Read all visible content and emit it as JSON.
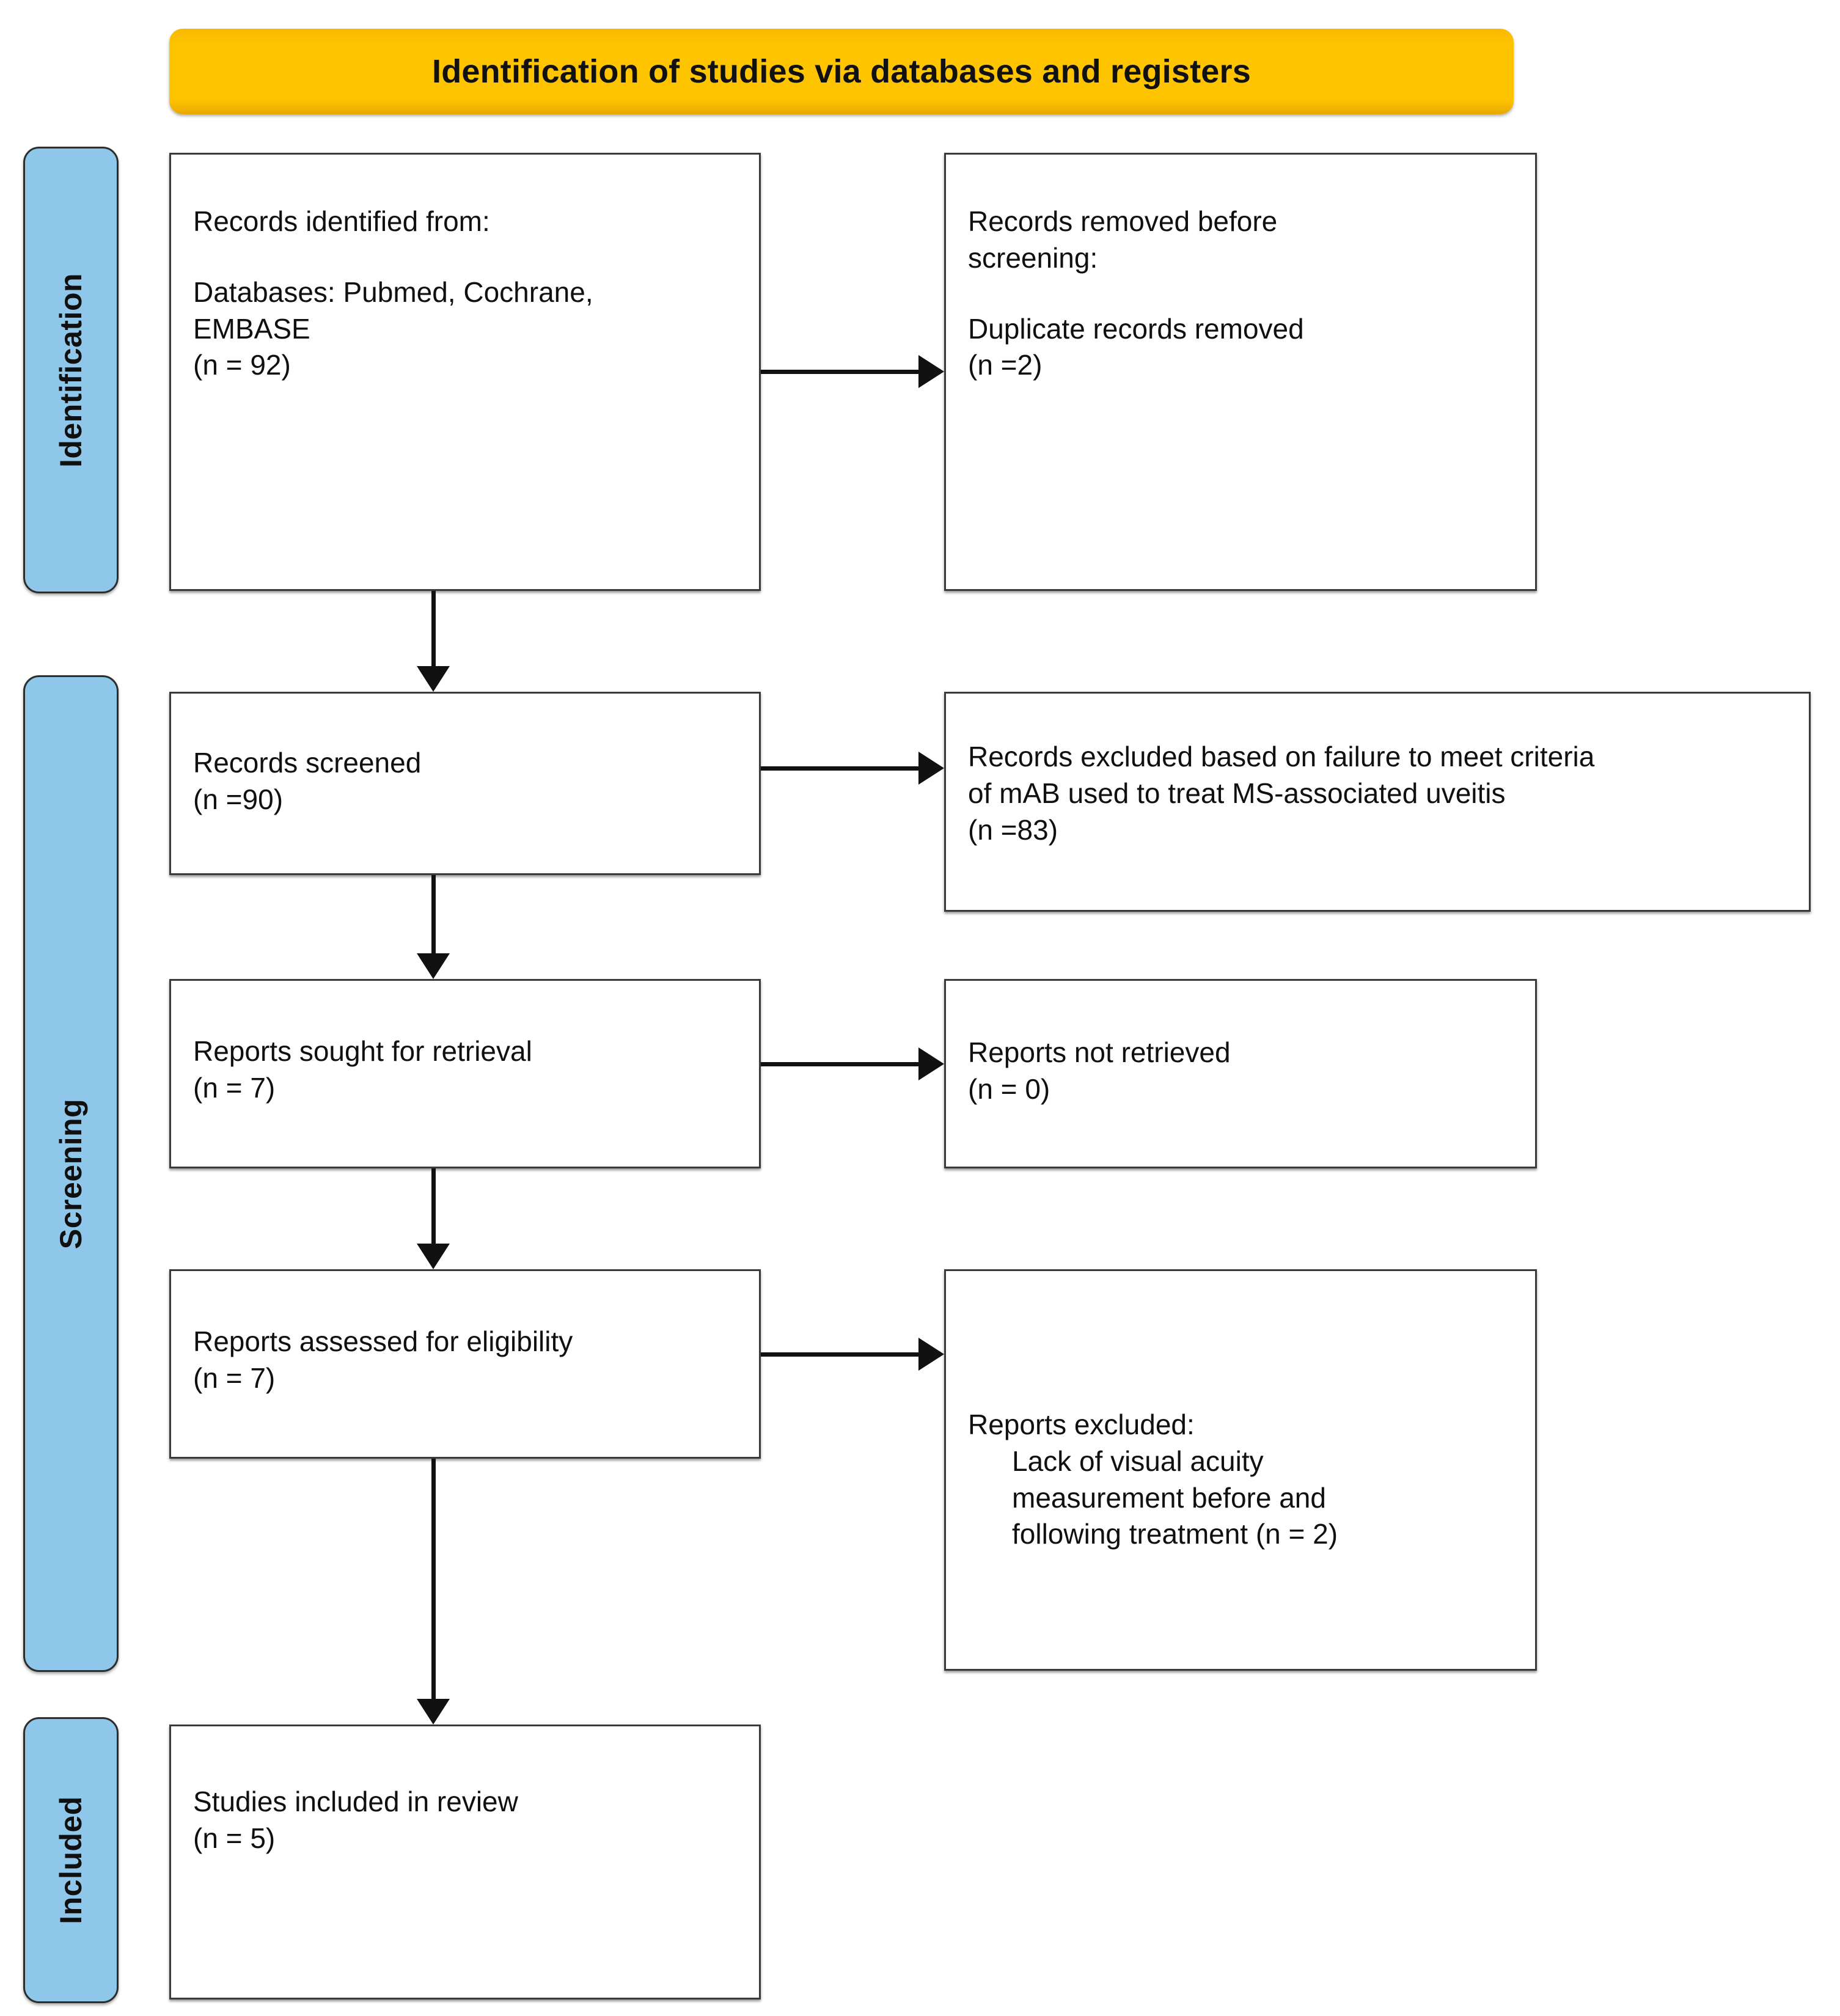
{
  "diagram": {
    "type": "prisma-flow-diagram",
    "header": {
      "title": "Identification of studies via databases and registers",
      "background_color": "#FFC400"
    },
    "stage_labels": [
      {
        "id": "identification",
        "label": "Identification",
        "color": "#8EC7EA"
      },
      {
        "id": "screening",
        "label": "Screening",
        "color": "#8EC7EA"
      },
      {
        "id": "included",
        "label": "Included",
        "color": "#8EC7EA"
      }
    ],
    "boxes": {
      "identified": {
        "line1": "Records identified from:",
        "line2": "Databases: Pubmed, Cochrane,\nEMBASE\n(n = 92)",
        "count": 92
      },
      "removed": {
        "line1_a": "Records removed ",
        "line1_b": "before\nscreening",
        "line1_c": ":",
        "line2": "Duplicate records removed\n(n =2)",
        "count": 2
      },
      "screened": {
        "text": "Records screened\n(n =90)",
        "count": 90
      },
      "excluded_screening": {
        "text": "Records excluded based on failure to meet criteria\nof mAB used to treat MS-associated uveitis\n(n =83)",
        "count": 83
      },
      "sought": {
        "text": "Reports sought for retrieval\n(n = 7)",
        "count": 7
      },
      "not_retrieved": {
        "text": "Reports not retrieved\n(n = 0)",
        "count": 0
      },
      "assessed": {
        "text": "Reports assessed for eligibility\n(n = 7)",
        "count": 7
      },
      "excluded_reports": {
        "line1": "Reports excluded:",
        "line2": "Lack of visual acuity\nmeasurement before and\nfollowing treatment (n = 2)",
        "count": 2
      },
      "included": {
        "text": "Studies included in review\n(n = 5)",
        "count": 5
      }
    },
    "connectors": [
      {
        "id": "identified-to-removed",
        "direction": "right"
      },
      {
        "id": "identified-to-screened",
        "direction": "down"
      },
      {
        "id": "screened-to-excluded",
        "direction": "right"
      },
      {
        "id": "screened-to-sought",
        "direction": "down"
      },
      {
        "id": "sought-to-notretrieved",
        "direction": "right"
      },
      {
        "id": "sought-to-assessed",
        "direction": "down"
      },
      {
        "id": "assessed-to-excluded-reports",
        "direction": "right"
      },
      {
        "id": "assessed-to-included",
        "direction": "down"
      }
    ]
  }
}
